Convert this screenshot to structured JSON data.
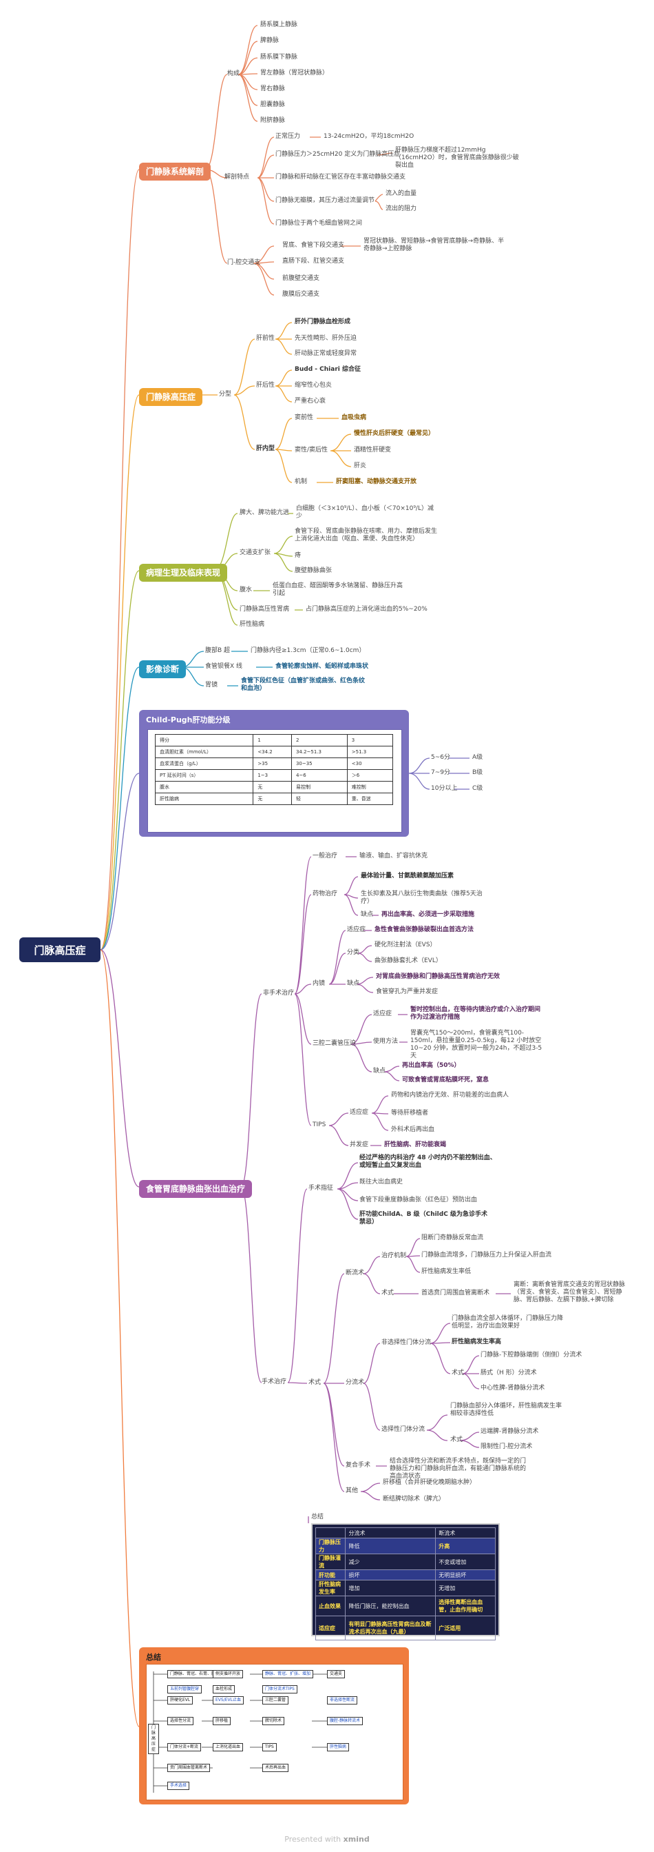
{
  "root": "门脉高压症",
  "s1": {
    "title": "门静脉系统解剖",
    "gouc": "构成",
    "gouc_items": [
      "肠系膜上静脉",
      "脾静脉",
      "肠系膜下静脉",
      "胃左静脉（胃冠状静脉）",
      "胃右静脉",
      "胆囊静脉",
      "附脐静脉"
    ],
    "jp": "解剖特点",
    "zc": "正常压力",
    "zc_val": "13-24cmH2O，平均18cmH2O",
    "def": "门静脉压力＞25cmH20 定义为门静脉高压症",
    "def_note": "肝静脉压力梯度不超过12mmHg（16cmH2O）时，食管胃底曲张静脉很少破裂出血",
    "hw": "门静脉和肝动脉在汇管区存在丰富动静脉交通支",
    "wbm": "门静脉无瓣膜，其压力通过流量调节",
    "wbm_a": "流入的血量",
    "wbm_b": "流出的阻力",
    "cap": "门静脉位于两个毛细血管网之间",
    "tzt": "门-腔交通支",
    "tzt_items": [
      "胃底、食管下段交通支",
      "直肠下段、肛管交通支",
      "前腹壁交通支",
      "腹膜后交通支"
    ],
    "tzt_note": "胃冠状静脉、胃短静脉→食管胃底静脉→奇静脉、半奇静脉→上腔静脉"
  },
  "s2": {
    "title": "门静脉高压症",
    "fx": "分型",
    "gqx": "肝前性",
    "gqx_items": [
      "肝外门静脉血栓形成",
      "先天性畸形、肝外压迫",
      "肝动脉正常或轻度异常"
    ],
    "ghx": "肝后性",
    "ghx_items": [
      "Budd - Chiari 综合征",
      "缩窄性心包炎",
      "严重右心衰"
    ],
    "gnx": "肝内型",
    "dxx": "窦前性",
    "dxx_val": "血吸虫病",
    "dqx": "窦性/窦后性",
    "dqx_items": [
      "慢性肝炎后肝硬变（最常见）",
      "酒精性肝硬变",
      "肝炎"
    ],
    "jz": "机制",
    "jz_val": "肝窦阻塞、动静脉交通支开放"
  },
  "s3": {
    "title": "病理生理及临床表现",
    "pd": "脾大、脾功能亢进",
    "pd_val": "白细胞（＜3×10⁹/L）、血小板（＜70×10⁹/L）减少",
    "jt": "交通支扩张",
    "jt_a": "食管下段、胃底曲张静脉在咳嗽、用力、摩擦后发生上消化道大出血（呕血、黑便、失血性休克）",
    "jt_b": "痔",
    "jt_c": "腹壁静脉曲张",
    "fs": "腹水",
    "fs_val": "低蛋白血症、醛固酮等多水钠潴留、静脉压升高引起",
    "mj": "门静脉高压性胃病",
    "mj_val": "占门静脉高压症的上消化道出血的5%~20%",
    "gx": "肝性脑病"
  },
  "s4": {
    "title": "影像诊断",
    "bc": "腹部B 超",
    "bc_val": "门静脉内径≥1.3cm（正常0.6~1.0cm）",
    "sg": "食管钡餐X 线",
    "sg_val": "食管轮廓虫蚀样、蚯蚓样或串珠状",
    "wj": "胃镜",
    "wj_val": "食管下段红色征（血管扩张或曲张、红色条纹和血泡）"
  },
  "cp": {
    "title": "Child-Pugh肝功能分级",
    "rows": [
      [
        "得分",
        "1",
        "2",
        "3"
      ],
      [
        "血清胆红素（mmol/L）",
        "<34.2",
        "34.2~51.3",
        ">51.3"
      ],
      [
        "血浆清蛋白（g/L）",
        ">35",
        "30~35",
        "<30"
      ],
      [
        "PT 延长时间（s）",
        "1~3",
        "4~6",
        "＞6"
      ],
      [
        "腹水",
        "无",
        "易控制",
        "难控制"
      ],
      [
        "肝性脑病",
        "无",
        "轻",
        "重、昏迷"
      ]
    ],
    "grades": [
      [
        "5~6分",
        "A级"
      ],
      [
        "7~9分",
        "B级"
      ],
      [
        "10分以上",
        "C级"
      ]
    ]
  },
  "s5": {
    "title": "食管胃底静脉曲张出血治疗",
    "fss": "非手术治疗",
    "yb": "一般治疗",
    "yb_val": "输液、输血、扩容抗休克",
    "yw": "药物治疗",
    "yw_a": "最体验计量、甘氨酰赖氨酸加压素",
    "yw_b": "生长抑素及其八肽衍生物奥曲肽（推荐5天治疗）",
    "yw_c": "缺点",
    "yw_c_val": "再出血率高、必须进一步采取措施",
    "nj": "内镜",
    "nj_syz": "适应症",
    "nj_syz_val": "急性食管曲张静脉破裂出血首选方法",
    "nj_fl": "分类",
    "nj_fl_a": "硬化剂注射法（EVS）",
    "nj_fl_b": "曲张静脉套扎术（EVL）",
    "nj_qd": "缺点",
    "nj_qd_a": "对胃底曲张静脉和门静脉高压性胃病治疗无效",
    "nj_qd_b": "食管穿孔为严重并发症",
    "sq": "三腔二囊管压迫",
    "sq_syz": "适应症",
    "sq_syz_val": "暂时控制出血，在等待内镜治疗或介入治疗期间作为过渡治疗措施",
    "sq_ff": "使用方法",
    "sq_ff_val": "胃囊充气150～200ml，食管囊充气100-150ml，悬拉重量0.25-0.5kg，每12 小时放空10~20 分钟，放置时间一般为24h，不超过3-5 天",
    "sq_qd": "缺点",
    "sq_qd_a": "再出血率高（50%）",
    "sq_qd_b": "可致食管或胃底粘膜坏死，窒息",
    "tips": "TIPS",
    "tips_syz": "适应症",
    "tips_syz_a": "药物和内镜治疗无效、肝功能差的出血病人",
    "tips_syz_b": "等待肝移植者",
    "tips_syz_c": "外科术后再出血",
    "tips_bfz": "并发症",
    "tips_bfz_val": "肝性脑病、肝功能衰竭",
    "ss": "手术治疗",
    "sszb": "手术指征",
    "sszb_a": "经过严格的内科治疗 48 小时内仍不能控制出血、或短暂止血又复发出血",
    "sszb_b": "既往大出血病史",
    "sszb_c": "食管下段重度静脉曲张（红色征）预防出血",
    "sszb_d": "肝功能ChildA、B 级（ChildC 级为急诊手术禁忌）",
    "shu": "术式",
    "dl": "断流术",
    "dl_jz": "治疗机制",
    "dl_jz_a": "阻断门奇静脉反常血流",
    "dl_jz_b": "门静脉血流增多，门静脉压力上升保证入肝血流",
    "dl_jz_c": "肝性脑病发生率低",
    "dl_ss": "术式",
    "dl_ss_val": "首选贲门周围血管离断术",
    "dl_ss_note": "离断：离断食管胃底交通支的胃冠状静脉（胃支、食管支、高位食管支）、胃短静脉、胃后静脉、左膈下静脉,+脾切除",
    "fl": "分流术",
    "fxz": "非选择性门体分流",
    "fxz_a": "门静脉血流全部入体循环，门静脉压力降低明显，治疗出血效果好",
    "fxz_b": "肝性脑病发生率高",
    "fxz_ss": "术式",
    "fxz_ss_a": "门静脉-下腔静脉端侧（侧侧）分流术",
    "fxz_ss_b": "肠式（H 形）分流术",
    "fxz_ss_c": "中心性脾-肾静脉分流术",
    "xz": "选择性门体分流",
    "xz_a": "门静脉血部分入体循环，肝性脑病发生率相较非选择性低",
    "xz_ss": "术式",
    "xz_ss_a": "远端脾-肾静脉分流术",
    "xz_ss_b": "限制性门-腔分流术",
    "fh": "复合手术",
    "fh_val": "结合选择性分流和断流手术特点，既保持一定的门静脉压力和门静脉向肝血流，有能通门静脉系统的高血流状态",
    "qt": "其他",
    "qt_a": "肝移植（合并肝硬化晚期脑水肿）",
    "qt_b": "断结脾切除术（脾亢）"
  },
  "dark": {
    "label": "总结",
    "rows": [
      [
        "",
        "分流术",
        "断流术"
      ],
      [
        "门静脉压力",
        "降低",
        "升高"
      ],
      [
        "门静脉灌流",
        "减少",
        "不变或增加"
      ],
      [
        "肝功能",
        "损坏",
        "无明显损坏"
      ],
      [
        "肝性脑病发生率",
        "增加",
        "无增加"
      ],
      [
        "止血效果",
        "降低门脉压，能控制出血",
        "选择性离断出血血管，止血作用确切"
      ],
      [
        "适应症",
        "有明显门静脉高压性胃病出血及断流术后再次出血（九最）",
        "广泛适用"
      ]
    ]
  },
  "sum": {
    "title": "总结",
    "side": "门脉高压症",
    "boxes": [
      "门静脉、胃冠、右胃、脾静脉",
      "侧支循环开放",
      "静脉、胃冠、扩张、增加",
      "交通支",
      "五前列管腹腔穿",
      "血栓形成",
      "门体分流术TIPS",
      "肝硬化EVL",
      "EVS/EVL止血",
      "三腔二囊管",
      "非选择性断流",
      "选择性分流",
      "肝移植",
      "脾切除术",
      "腹腔-静脉转流术",
      "门体分流+断流",
      "上消化道出血",
      "TIPS",
      "肝性脑病",
      "贲门周围血管离断术",
      "术后再出血",
      "手术选择"
    ]
  },
  "watermark": {
    "pre": "Presented with ",
    "brand": "xmind"
  }
}
